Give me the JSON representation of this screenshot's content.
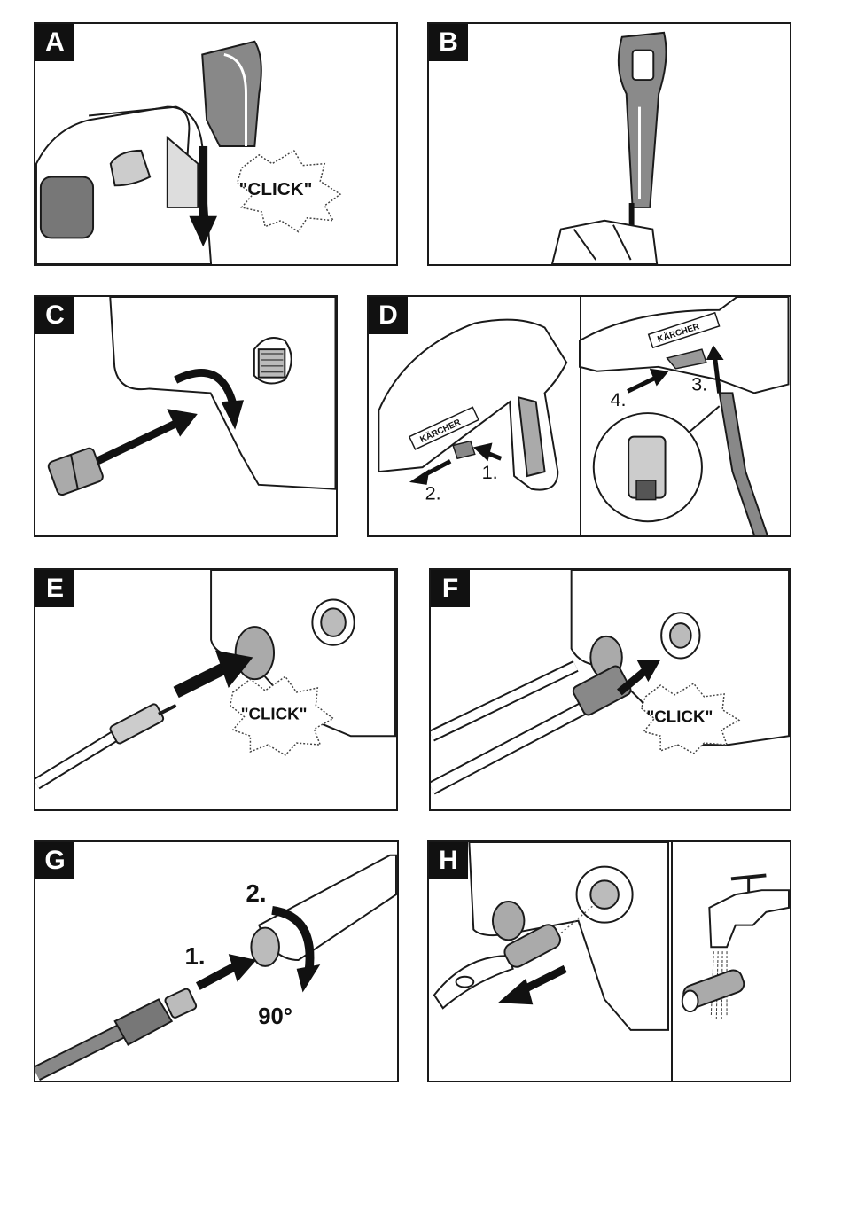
{
  "panels": {
    "a": {
      "letter": "A",
      "click": "\"CLICK\""
    },
    "b": {
      "letter": "B"
    },
    "c": {
      "letter": "C"
    },
    "d": {
      "letter": "D",
      "step1": "1.",
      "step2": "2.",
      "step3": "3.",
      "step4": "4.",
      "brand": "KÄRCHER"
    },
    "e": {
      "letter": "E",
      "click": "\"CLICK\""
    },
    "f": {
      "letter": "F",
      "click": "\"CLICK\""
    },
    "g": {
      "letter": "G",
      "step1": "1.",
      "step2": "2.",
      "angle": "90°"
    },
    "h": {
      "letter": "H"
    }
  },
  "colors": {
    "line": "#1a1a1a",
    "gray": "#8a8a8a",
    "light": "#d9d9d9"
  }
}
